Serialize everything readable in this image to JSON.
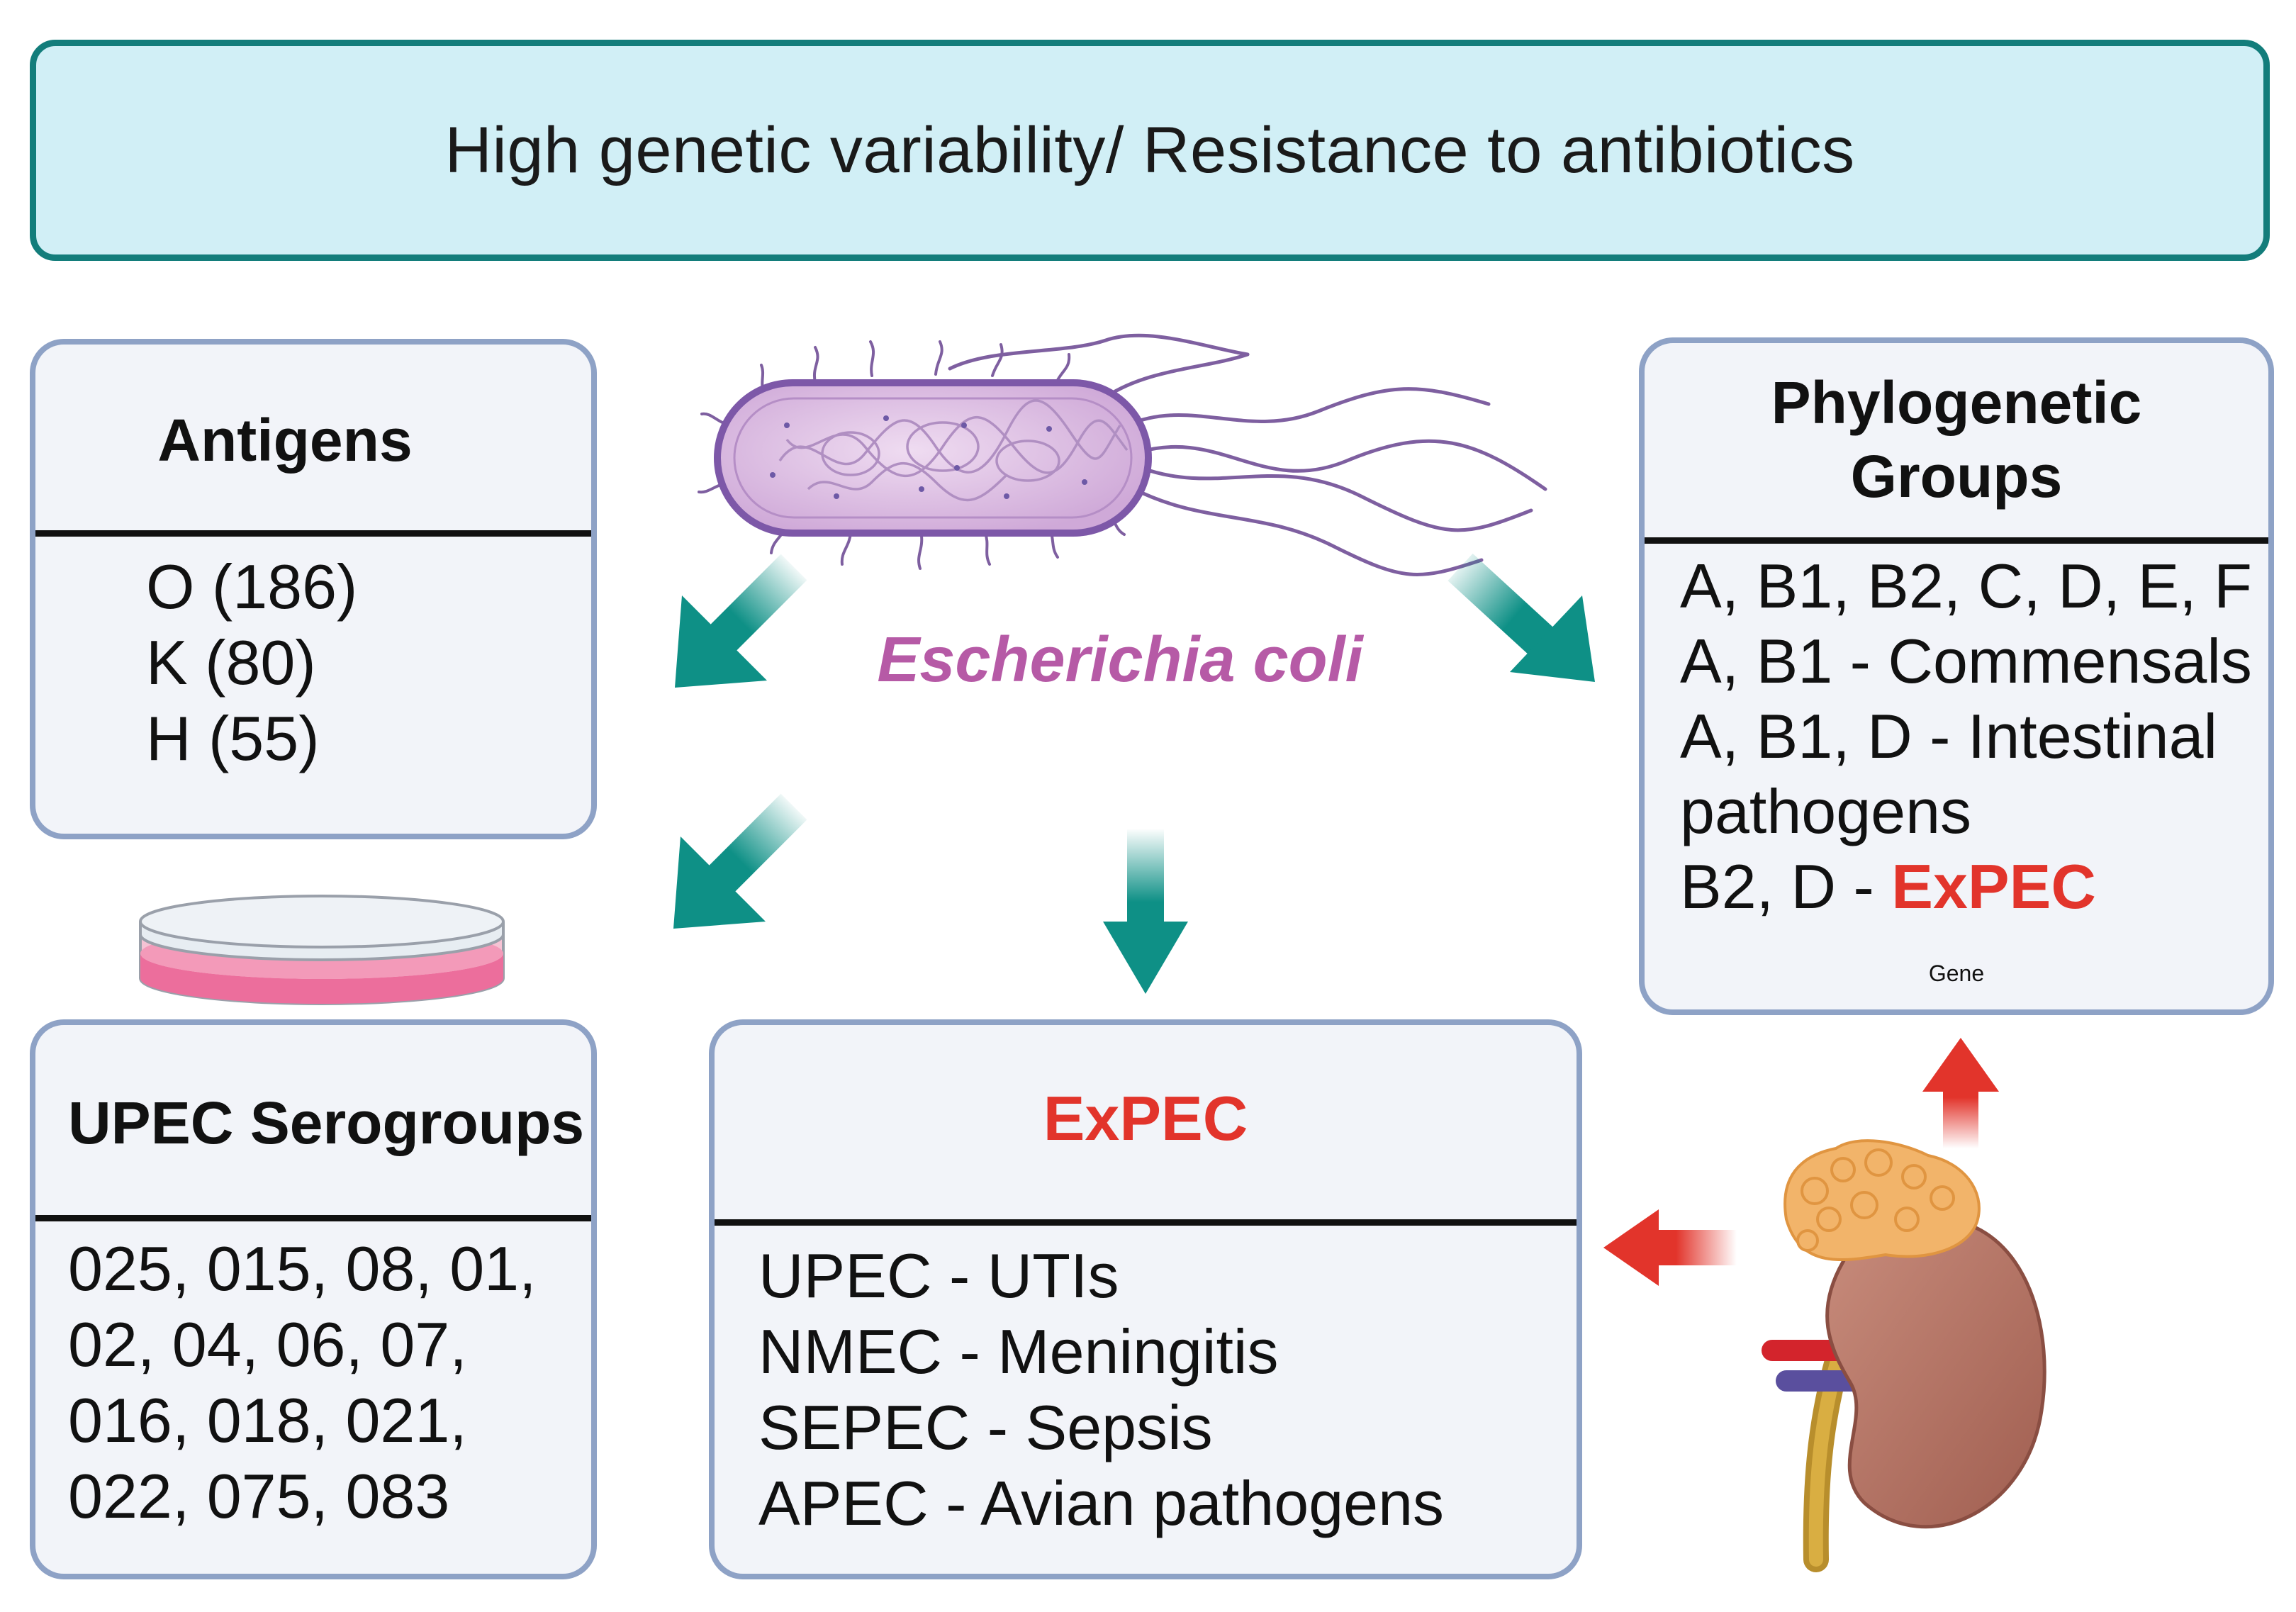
{
  "banner": {
    "text": "High genetic variability/ Resistance to antibiotics"
  },
  "species_label": "Escherichia coli",
  "antigens": {
    "title": "Antigens",
    "items": [
      "O (186)",
      "K (80)",
      "H (55)"
    ]
  },
  "phylogenetic_groups": {
    "title_line1": "Phylogenetic",
    "title_line2": "Groups",
    "line1": "A, B1, B2, C, D, E, F",
    "line2": "A, B1 - Commensals",
    "line3": "A, B1, D - Intestinal",
    "line4": "pathogens",
    "line5_prefix": "B2, D - ",
    "line5_highlight": "ExPEC",
    "gene_label": "Gene"
  },
  "upec_serogroups": {
    "title": "UPEC Serogroups",
    "lines": [
      "025, 015, 08, 01,",
      "02, 04, 06, 07,",
      "016, 018, 021,",
      "022, 075, 083"
    ]
  },
  "expec": {
    "title": "ExPEC",
    "items": [
      "UPEC - UTIs",
      "NMEC - Meningitis",
      "SEPEC - Sepsis",
      "APEC - Avian pathogens"
    ]
  },
  "icons": {
    "bacterium": "bacterium-icon",
    "petri_dish": "petri-dish-icon",
    "dna": "dna-helix-icon",
    "kidney": "kidney-icon",
    "arrows": "arrow-icon"
  },
  "colors": {
    "banner_fill": "#d1eff6",
    "banner_border": "#137d7b",
    "card_border": "#8ea2c6",
    "teal_arrow": "#0e9086",
    "red_arrow": "#e2342b",
    "highlight_red": "#e2342b",
    "species_purple": "#b65aa6"
  }
}
